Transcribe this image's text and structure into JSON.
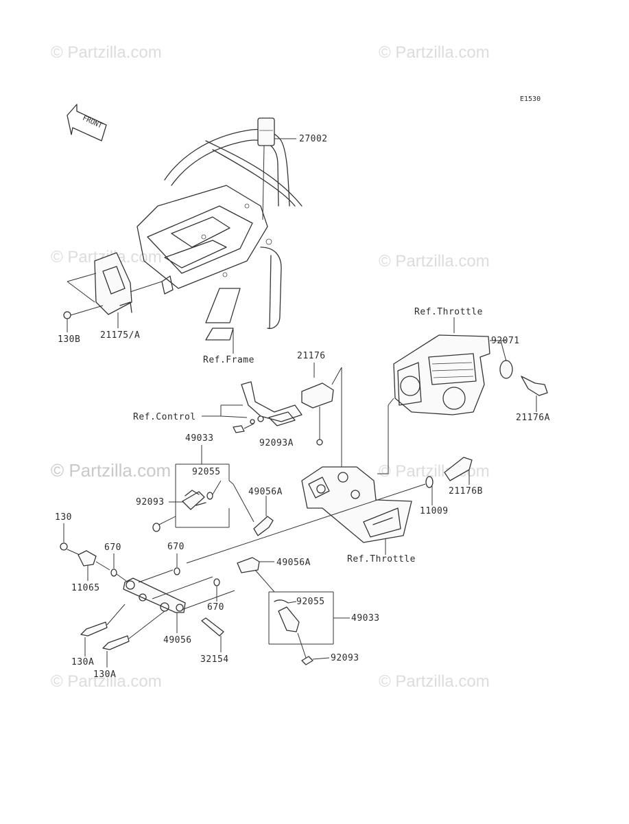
{
  "diagram_code": "E1530",
  "front_arrow_label": "FRONT",
  "watermark_text": "© Partzilla.com",
  "labels": {
    "p27002": "27002",
    "p130B": "130B",
    "p21175A": "21175/A",
    "ref_frame": "Ref.Frame",
    "ref_throttle_top": "Ref.Throttle",
    "p92071": "92071",
    "p21176A": "21176A",
    "p21176": "21176",
    "ref_control": "Ref.Control",
    "p92093A": "92093A",
    "p49033_top": "49033",
    "p92055_top": "92055",
    "p49056A_top": "49056A",
    "p92093_top": "92093",
    "p21176B": "21176B",
    "p11009": "11009",
    "p130": "130",
    "p670_a": "670",
    "p670_b": "670",
    "p11065": "11065",
    "p49056A_mid": "49056A",
    "ref_throttle_bottom": "Ref.Throttle",
    "p670_c": "670",
    "p92055_bottom": "92055",
    "p49033_bottom": "49033",
    "p130A_a": "130A",
    "p49056": "49056",
    "p32154": "32154",
    "p92093_bottom": "92093",
    "p130A_b": "130A"
  },
  "colors": {
    "ink": "#333333",
    "watermark": "#dcdcdc",
    "background": "#ffffff"
  }
}
